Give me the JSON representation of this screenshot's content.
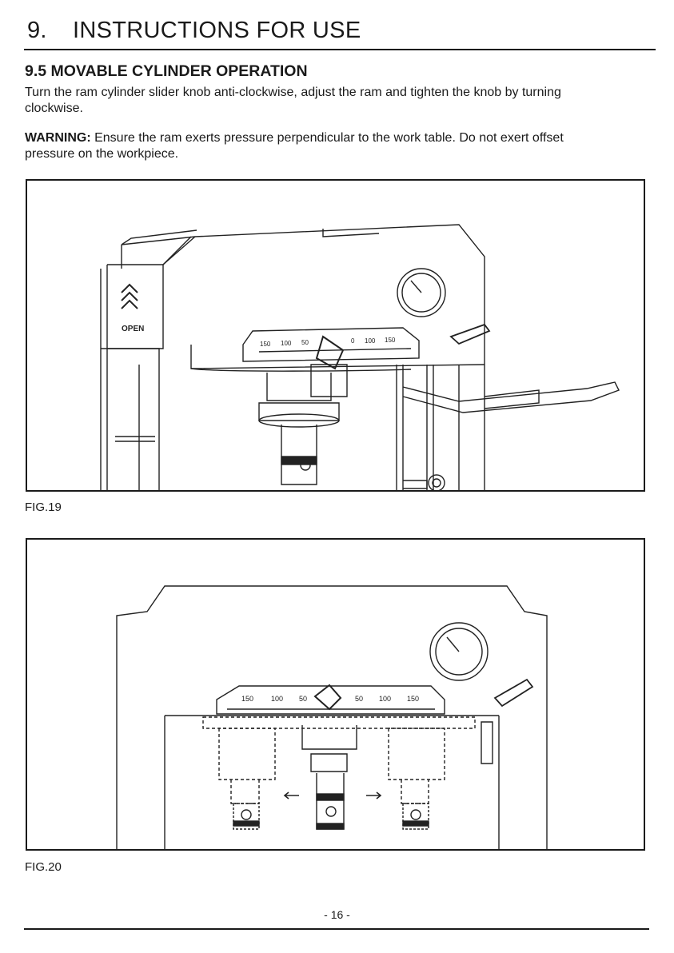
{
  "header": {
    "section_number": "9.",
    "section_title": "INSTRUCTIONS FOR USE"
  },
  "subsection": {
    "title": "9.5 MOVABLE CYLINDER OPERATION"
  },
  "paragraphs": {
    "instruction_line1": "Turn the ram cylinder slider knob anti-clockwise, adjust the ram and tighten the knob by turning",
    "instruction_line2": "clockwise.",
    "warning_label": "WARNING:",
    "warning_line1": " Ensure the ram exerts pressure perpendicular to the work table. Do not exert offset",
    "warning_line2": "pressure on the workpiece."
  },
  "figures": {
    "fig19": {
      "caption": "FIG.19",
      "door_label": "OPEN",
      "scale_labels": [
        "150",
        "100",
        "50",
        "0",
        "100",
        "150"
      ]
    },
    "fig20": {
      "caption": "FIG.20",
      "scale_labels": [
        "150",
        "100",
        "50",
        "50",
        "100",
        "150"
      ]
    }
  },
  "footer": {
    "page_number": "- 16 -"
  }
}
